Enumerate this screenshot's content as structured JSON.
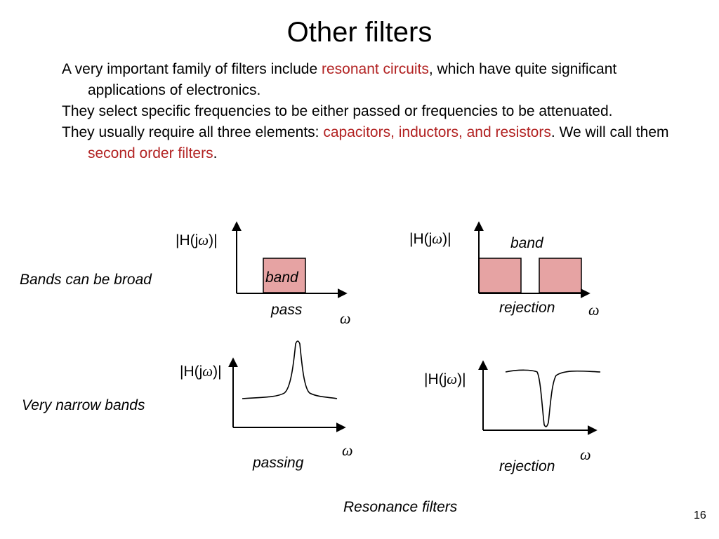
{
  "slide": {
    "title": "Other filters",
    "page_number": "16",
    "paragraphs": [
      {
        "p1": "A very important family of filters include ",
        "red1": "resonant circuits",
        "p2": ", which have quite significant applications of electronics."
      },
      {
        "p1": "They select specific frequencies to be either passed or frequencies to be attenuated."
      },
      {
        "p1": "They usually require all three elements: ",
        "red1": "capacitors, inductors, and resistors",
        "p2": ".  We will call them ",
        "red2": "second order filters",
        "p3": "."
      }
    ]
  },
  "diagram": {
    "magnitude_label": "|H(jω)|",
    "omega_symbol": "ω",
    "row_labels": {
      "broad": "Bands can be broad",
      "narrow": "Very narrow bands"
    },
    "caption": "Resonance filters",
    "plots": {
      "band_pass": {
        "label_line1": "band",
        "label_line2": "pass",
        "fill": "#e6a3a3"
      },
      "band_rejection": {
        "label_line1": "band",
        "label_line2": "rejection",
        "fill": "#e6a3a3"
      },
      "narrow_pass": {
        "label": "passing"
      },
      "narrow_reject": {
        "label": "rejection"
      }
    }
  }
}
